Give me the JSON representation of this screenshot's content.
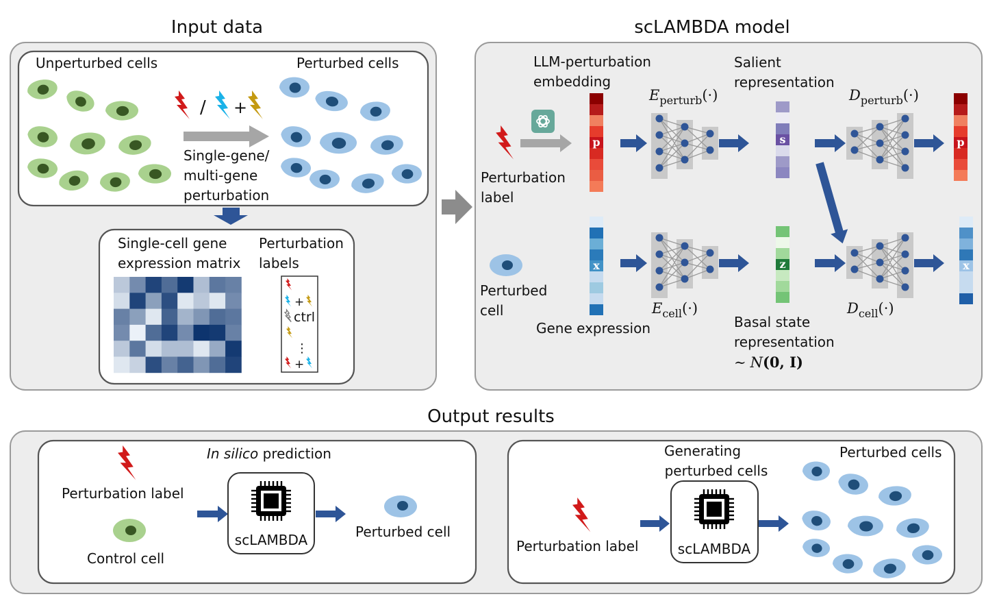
{
  "input_data": {
    "title": "Input data",
    "unperturbed_label": "Unperturbed cells",
    "perturbed_label": "Perturbed cells",
    "slash": "/",
    "plus": "+",
    "arrow_caption": [
      "Single-gene/",
      "multi-gene",
      "perturbation"
    ],
    "matrix_title": [
      "Single-cell gene",
      "expression matrix"
    ],
    "labels_title": [
      "Perturbation",
      "labels"
    ],
    "label_list": {
      "plus": "+",
      "ctrl": "ctrl",
      "ellipsis": "⋮"
    },
    "matrix_values": [
      [
        0.25,
        0.55,
        0.9,
        0.7,
        0.95,
        0.3,
        0.65,
        0.6
      ],
      [
        0.15,
        0.9,
        0.45,
        0.85,
        0.1,
        0.25,
        0.1,
        0.55
      ],
      [
        0.6,
        0.45,
        0.1,
        0.75,
        0.35,
        0.5,
        0.7,
        0.65
      ],
      [
        0.55,
        0.05,
        0.7,
        0.9,
        0.55,
        0.98,
        0.95,
        0.6
      ],
      [
        0.25,
        0.65,
        0.15,
        0.3,
        0.3,
        0.1,
        0.4,
        0.95
      ],
      [
        0.1,
        0.2,
        0.85,
        0.6,
        0.75,
        0.5,
        0.7,
        0.9
      ]
    ]
  },
  "model": {
    "title": "scLAMBDA model",
    "llm_label": [
      "LLM-perturbation",
      "embedding"
    ],
    "salient_label": [
      "Salient",
      "representation"
    ],
    "perturbation_label": [
      "Perturbation",
      "label"
    ],
    "perturbed_cell_label": [
      "Perturbed",
      "cell"
    ],
    "gene_expression_label": "Gene expression",
    "basal_label": [
      "Basal state",
      "representation"
    ],
    "prior": {
      "tilde": "∼",
      "N": "N",
      "args": "(0, I)"
    },
    "encoder_perturb": {
      "letter": "E",
      "subscript": "perturb",
      "arg": "(·)"
    },
    "decoder_perturb": {
      "letter": "D",
      "subscript": "perturb",
      "arg": "(·)"
    },
    "encoder_cell": {
      "letter": "E",
      "subscript": "cell",
      "arg": "(·)"
    },
    "decoder_cell": {
      "letter": "D",
      "subscript": "cell",
      "arg": "(·)"
    },
    "vector_letters": {
      "p": "p",
      "s": "s",
      "x": "x",
      "z": "z"
    }
  },
  "output": {
    "title": "Output results",
    "left": {
      "title_italic": "In silico",
      "title_rest": " prediction",
      "perturbation_label": "Perturbation label",
      "control_cell": "Control cell",
      "chip_label": "scLAMBDA",
      "perturbed_cell": "Perturbed cell"
    },
    "right": {
      "title": [
        "Generating",
        "perturbed cells"
      ],
      "perturbed_cells": "Perturbed cells",
      "perturbation_label": "Perturbation label",
      "chip_label": "scLAMBDA"
    }
  },
  "colors": {
    "panel_fill": "#ededed",
    "panel_stroke": "#9a9a9a",
    "arrow_blue": "#2e5597",
    "arrow_gray": "#a6a6a6",
    "green_cell": "#a9d18e",
    "green_nucleus": "#385723",
    "blue_cell": "#9dc3e6",
    "blue_nucleus": "#1f4e79",
    "bolt_red": "#d11a1a",
    "bolt_cyan": "#1ab2e8",
    "bolt_gold": "#c49a12",
    "net_node": "#2f5597",
    "net_box": "#c9c9c9"
  }
}
